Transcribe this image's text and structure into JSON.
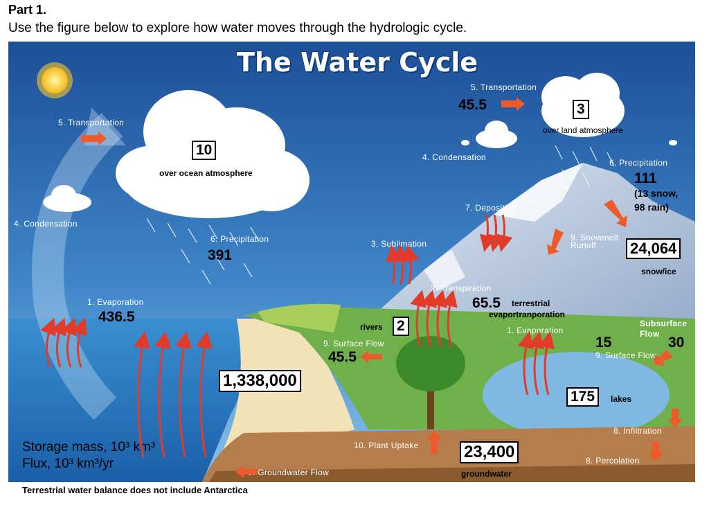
{
  "header": {
    "part": "Part 1.",
    "instruction": "Use the figure below to explore how water moves through the hydrologic cycle."
  },
  "figure": {
    "title": "The Water Cycle",
    "processes": {
      "transportation_left": "5. Transportation",
      "transportation_top": "5. Transportation",
      "condensation_left": "4. Condensation",
      "condensation_right": "4. Condensation",
      "precipitation_ocean": "6. Precipitation",
      "precipitation_land": "6. Precipitation",
      "evaporation_ocean": "1. Evaporation",
      "sublimation": "3. Sublimation",
      "deposition": "7. Deposition",
      "snowmelt_runoff": "9. Snowmelt Runoff",
      "transpiration": "2. Transpiration",
      "evaporation_lake": "1. Evaporation",
      "surface_flow_left": "9. Surface Flow",
      "surface_flow_right": "9. Surface Flow",
      "plant_uptake": "10. Plant Uptake",
      "groundwater_flow": "9. Groundwater Flow",
      "infiltration": "8. Infiltration",
      "percolation": "8. Percolation",
      "subsurface_flow": "Subsurface Flow"
    },
    "values": {
      "transport_land": "45.5",
      "land_atmosphere": "3",
      "land_atmosphere_label": "over land atmosphere",
      "ocean_atmosphere": "10",
      "ocean_atmosphere_label": "over ocean atmosphere",
      "precip_land": "111",
      "precip_land_split_1": "(13 snow,",
      "precip_land_split_2": "98 rain)",
      "precip_ocean": "391",
      "snow_ice": "24,064",
      "snow_ice_label": "snow/ice",
      "evap_ocean": "436.5",
      "terrestrial_et": "65.5",
      "terrestrial_et_label_1": "terrestrial",
      "terrestrial_et_label_2": "evaportranporation",
      "rivers_label": "rivers",
      "rivers": "2",
      "surface_flow_ocean": "45.5",
      "subsurface_flow": "30",
      "surface_flow_lake": "15",
      "ocean": "1,338,000",
      "lakes": "175",
      "lakes_label": "lakes",
      "groundwater": "23,400",
      "groundwater_label": "groundwater"
    },
    "legend": {
      "storage": "Storage mass, 10³ km³",
      "flux": "Flux, 10³ km³/yr"
    }
  },
  "footnote": "Terrestrial water balance does not include Antarctica"
}
